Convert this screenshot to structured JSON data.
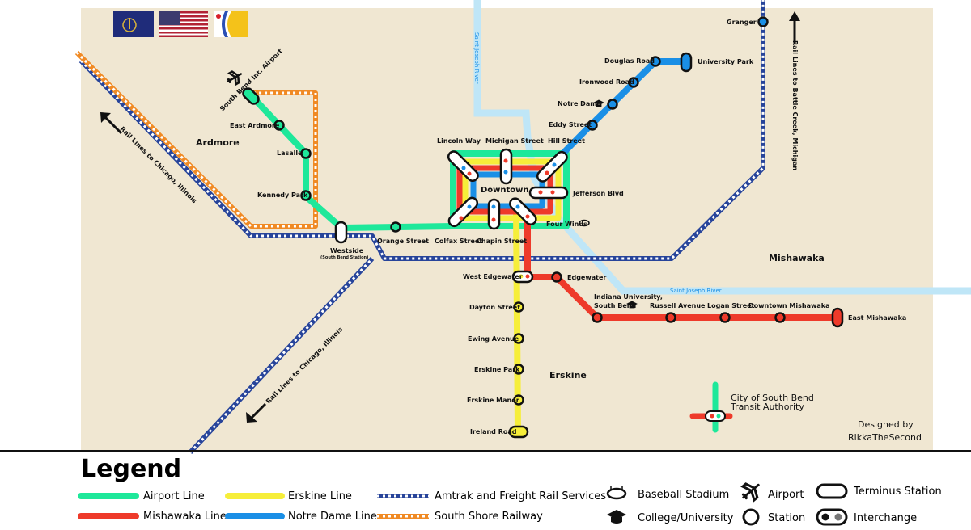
{
  "colors": {
    "airport": "#1ee89a",
    "mishawaka": "#ee3a2a",
    "erskine": "#f6ee3a",
    "notre_dame": "#1a8fe6",
    "amtrak": "#27449a",
    "south_shore": "#f08a24",
    "river": "#bfe6f7",
    "land": "#f0e7d2"
  },
  "areas": {
    "ardmore": "Ardmore",
    "downtown": "Downtown",
    "mishawaka": "Mishawaka",
    "erskine": "Erskine"
  },
  "rivers": {
    "vertical": "Saint Joseph River",
    "horizontal": "Saint Joseph River"
  },
  "rail_labels": {
    "chicago_north": "Rail Lines to Chicago, Illinois",
    "chicago_south": "Rail Lines to Chicago, Illinois",
    "battle_creek": "Rail Lines to Battle Creek, Michigan"
  },
  "stations": {
    "sb_airport": "South Bend Int. Airport",
    "east_ardmore": "East Ardmore",
    "lasalle": "Lasalle",
    "kennedy_park": "Kennedy Park",
    "westside": "Westside",
    "westside_sub": "(South Bend Station)",
    "orange_street": "Orange Street",
    "colfax_street": "Colfax Street",
    "chapin_street": "Chapin Street",
    "lincoln_way": "Lincoln Way",
    "michigan_street": "Michigan Street",
    "hill_street": "Hill Street",
    "jefferson_blvd": "Jefferson Blvd",
    "four_winds": "Four Winds",
    "eddy_street": "Eddy Street",
    "notre_dame": "Notre Dame",
    "ironwood_road": "Ironwood Road",
    "douglas_road": "Douglas Road",
    "university_park": "University Park",
    "granger": "Granger",
    "west_edgewater": "West Edgewater",
    "edgewater": "Edgewater",
    "iu_south_bend_1": "Indiana University,",
    "iu_south_bend_2": "South Bend",
    "russell_avenue": "Russell Avenue",
    "logan_street": "Logan Street",
    "downtown_mishawaka": "Downtown Mishawaka",
    "east_mishawaka": "East Mishawaka",
    "dayton_street": "Dayton Street",
    "ewing_avenue": "Ewing Avenue",
    "erskine_park": "Erskine Park",
    "erskine_manor": "Erskine Manor",
    "ireland_road": "Ireland Road"
  },
  "authority": {
    "line1": "City of South Bend",
    "line2": "Transit Authority"
  },
  "credit": {
    "line1": "Designed by",
    "line2": "RikkaTheSecond"
  },
  "legend": {
    "title": "Legend",
    "airport_line": "Airport Line",
    "mishawaka_line": "Mishawaka Line",
    "erskine_line": "Erskine Line",
    "notre_dame_line": "Notre Dame Line",
    "amtrak": "Amtrak and Freight Rail Services",
    "south_shore": "South Shore Railway",
    "baseball_stadium": "Baseball Stadium",
    "college": "College/University",
    "airport": "Airport",
    "station": "Station",
    "terminus": "Terminus Station",
    "interchange": "Interchange"
  }
}
